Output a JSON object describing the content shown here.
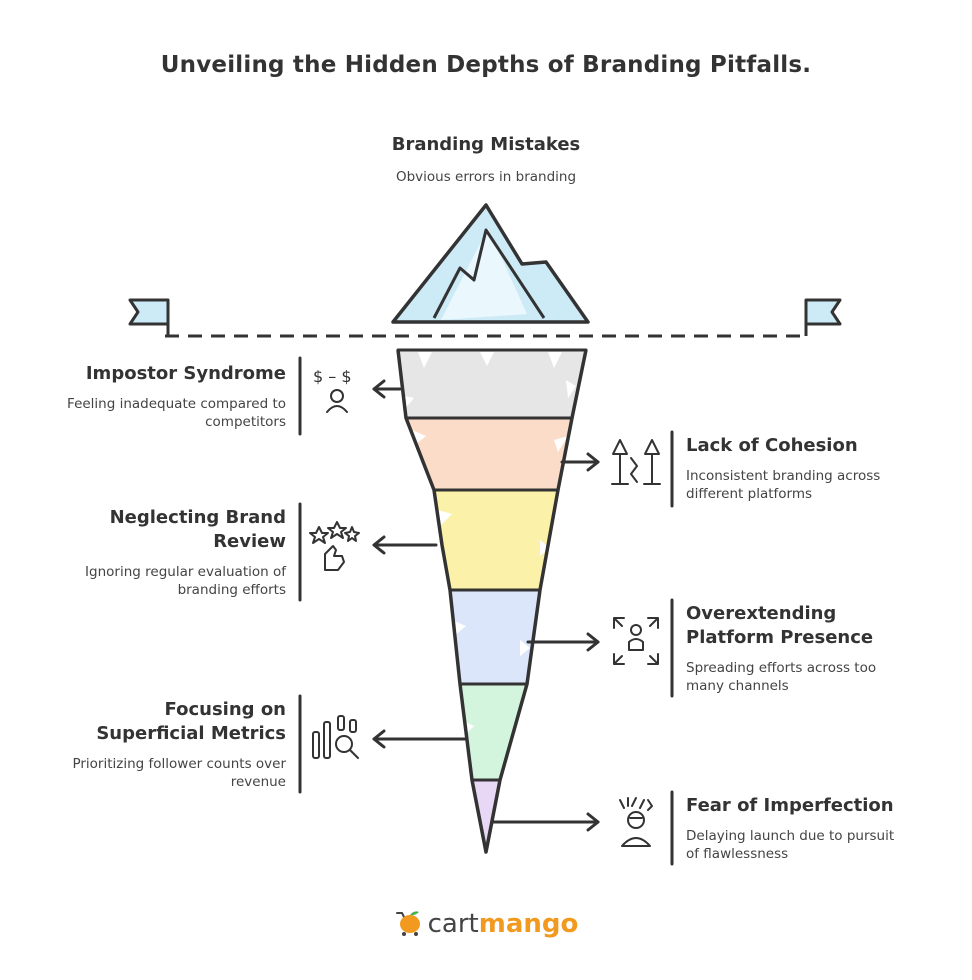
{
  "title": "Unveiling the Hidden Depths of Branding Pitfalls.",
  "top": {
    "label": "Branding Mistakes",
    "desc": "Obvious errors in branding"
  },
  "items": [
    {
      "label": "Impostor Syndrome",
      "desc_lines": [
        "Feeling inadequate compared to",
        "competitors"
      ],
      "icon": "money-person-icon",
      "color": "#e6e6e6"
    },
    {
      "label": "Lack of Cohesion",
      "desc_lines": [
        "Inconsistent branding across",
        "different platforms"
      ],
      "icon": "broken-trees-icon",
      "color": "#fbdcc8"
    },
    {
      "label_lines": [
        "Neglecting Brand",
        "Review"
      ],
      "desc_lines": [
        "Ignoring regular evaluation of",
        "branding efforts"
      ],
      "icon": "stars-thumb-icon",
      "color": "#fbf1a8"
    },
    {
      "label_lines": [
        "Overextending",
        "Platform Presence"
      ],
      "desc_lines": [
        "Spreading efforts across too",
        "many channels"
      ],
      "icon": "person-expand-icon",
      "color": "#dbe6fb"
    },
    {
      "label_lines": [
        "Focusing on",
        "Superficial Metrics"
      ],
      "desc_lines": [
        "Prioritizing follower counts over",
        "revenue"
      ],
      "icon": "chart-magnifier-icon",
      "color": "#d4f5dd"
    },
    {
      "label": "Fear of Imperfection",
      "desc_lines": [
        "Delaying launch due to pursuit",
        "of flawlessness"
      ],
      "icon": "anxious-person-icon",
      "color": "#e8d7f5"
    }
  ],
  "logo": {
    "part1": "cart",
    "part2": "mango"
  },
  "colors": {
    "ice": "#cdebf7",
    "outline": "#333333",
    "brand_orange": "#f29a1f"
  }
}
